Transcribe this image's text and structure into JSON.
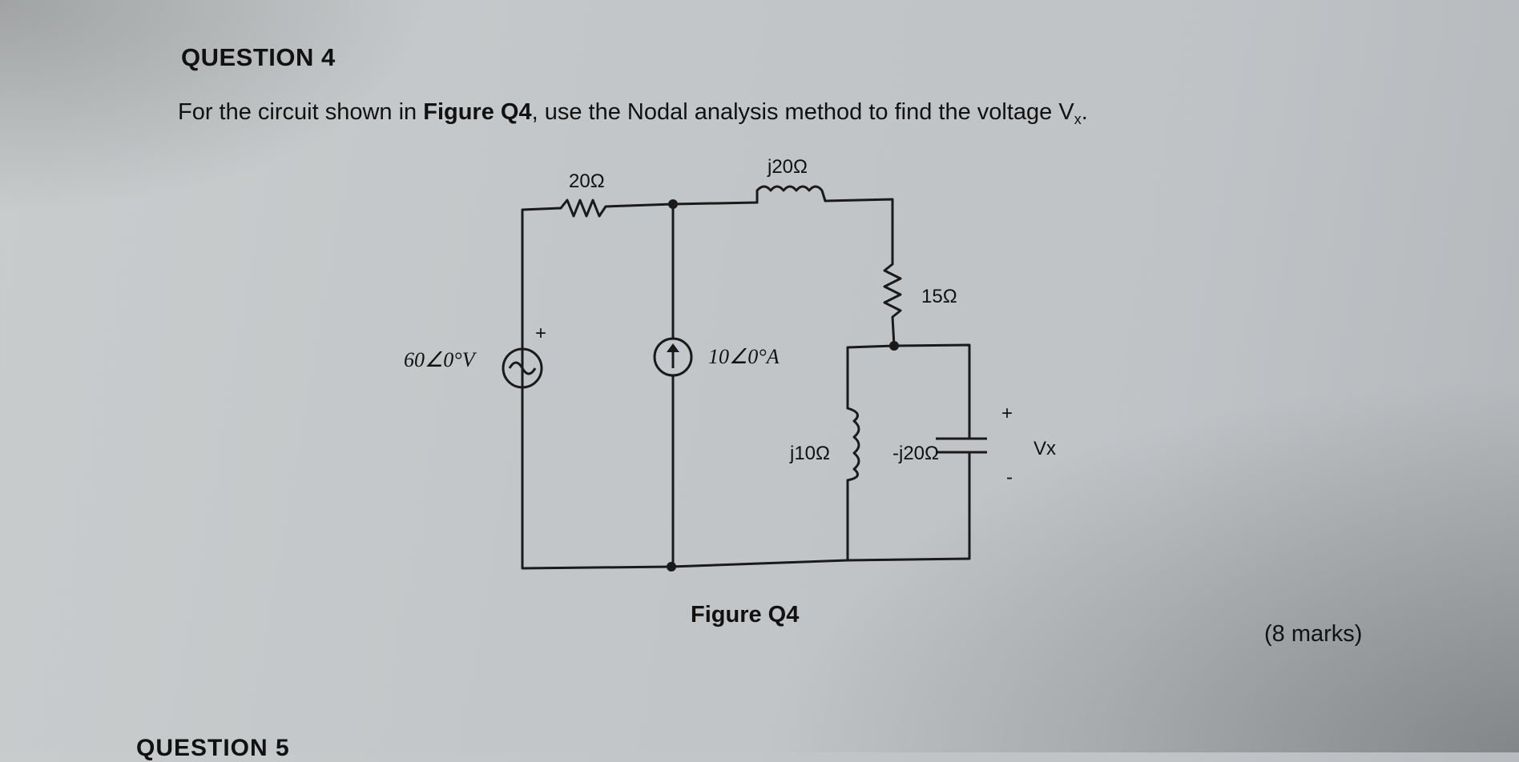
{
  "question": {
    "heading": "QUESTION 4",
    "text_before": "For the circuit shown in ",
    "figure_ref": "Figure Q4",
    "text_after": ", use the Nodal analysis method to find the voltage V",
    "subscript": "x",
    "text_end": "."
  },
  "figure": {
    "caption": "Figure Q4",
    "components": {
      "resistor_20": "20Ω",
      "inductor_j20": "j20Ω",
      "resistor_15": "15Ω",
      "voltage_source": "60∠0°V",
      "voltage_source_polarity": "+",
      "current_source": "10∠0°A",
      "inductor_j10": "j10Ω",
      "capacitor": "-j20Ω",
      "vx_plus": "+",
      "vx_label": "Vx",
      "vx_minus": "-"
    }
  },
  "marks": "(8 marks)",
  "next_question": "QUESTION 5"
}
